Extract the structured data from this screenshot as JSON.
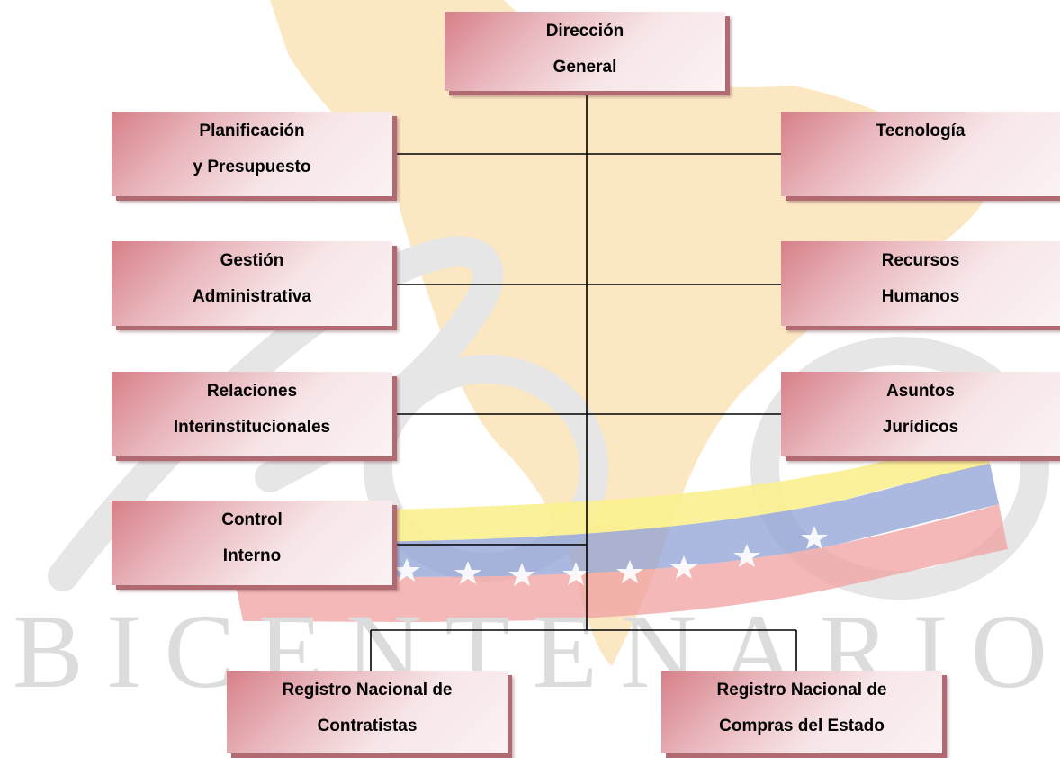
{
  "watermark": {
    "letters": [
      "B",
      "I",
      "C",
      "E",
      "N",
      "T",
      "E",
      "N",
      "A",
      "R",
      "I",
      "O"
    ]
  },
  "org_chart": {
    "root": {
      "line1": "Dirección",
      "line2": "General"
    },
    "left_units": [
      {
        "line1": "Planificación",
        "line2": "y Presupuesto"
      },
      {
        "line1": "Gestión",
        "line2": "Administrativa"
      },
      {
        "line1": "Relaciones",
        "line2": "Interinstitucionales"
      },
      {
        "line1": "Control",
        "line2": "Interno"
      }
    ],
    "right_units": [
      {
        "line1": "Tecnología",
        "line2": ""
      },
      {
        "line1": "Recursos",
        "line2": "Humanos"
      },
      {
        "line1": "Asuntos",
        "line2": "Jurídicos"
      }
    ],
    "bottom_units": [
      {
        "line1": "Registro Nacional de",
        "line2": "Contratistas"
      },
      {
        "line1": "Registro Nacional de",
        "line2": "Compras del Estado"
      }
    ]
  },
  "colors": {
    "box_dark": "#d77f88",
    "box_light": "#fbf2f3",
    "box_shadow": "#b26a72",
    "connector": "#000000",
    "map_tint": "#fbe3b9",
    "flag_yellow": "#fbef8f",
    "flag_blue": "#8fa0d4",
    "flag_red": "#f0a0a0",
    "watermark_gray": "#dcdcdc"
  }
}
